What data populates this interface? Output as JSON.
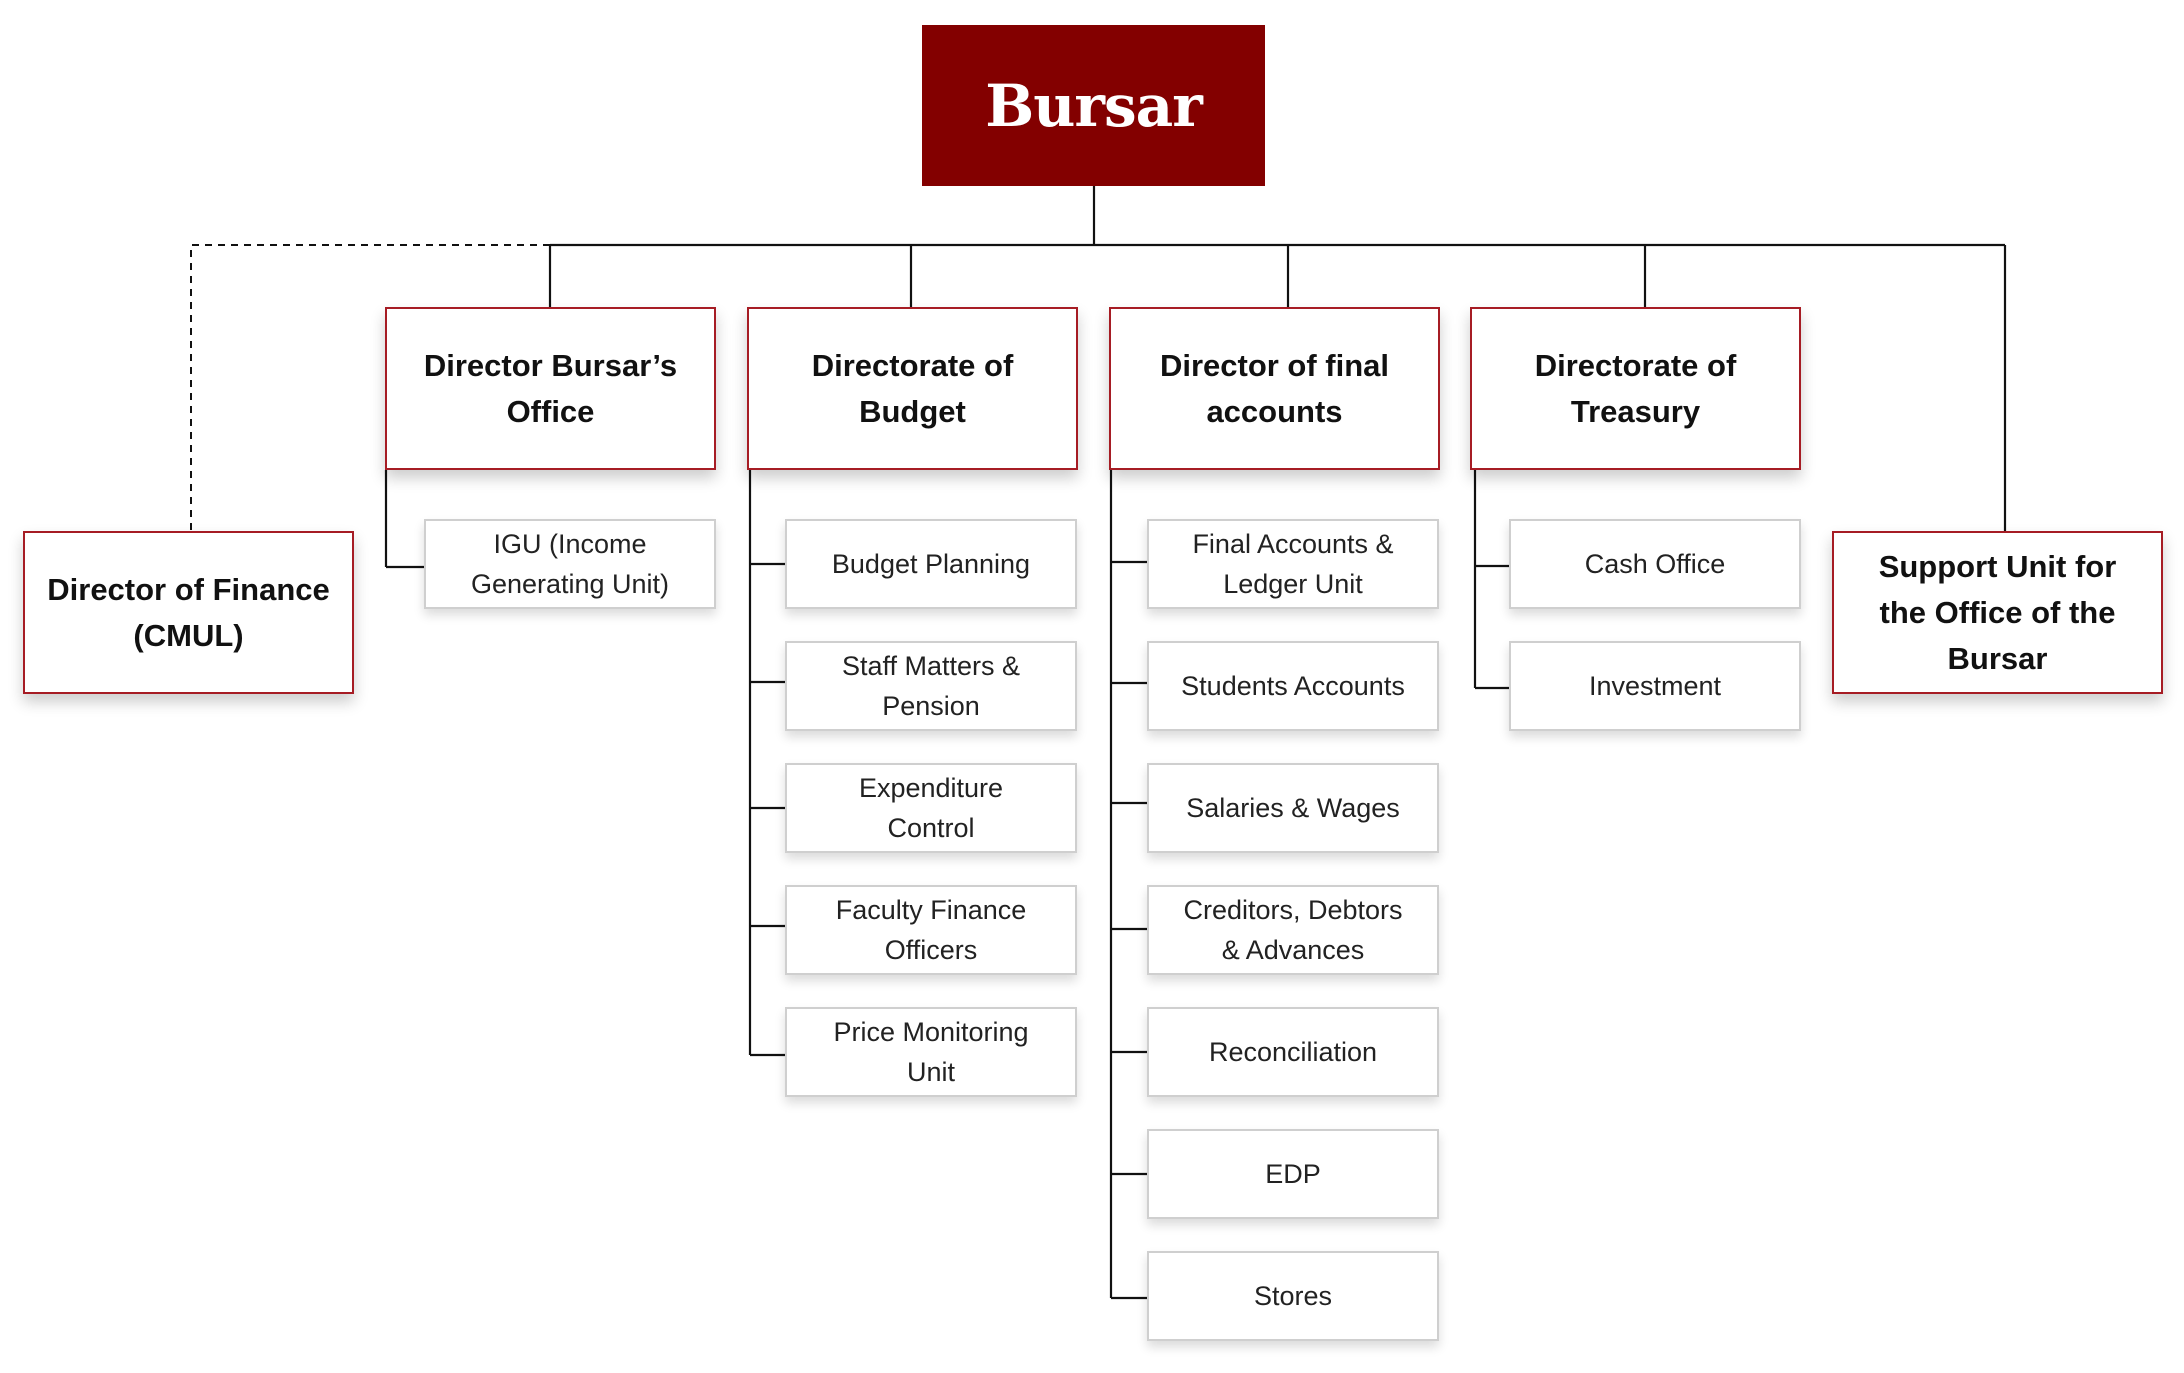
{
  "colors": {
    "root_fill": "#830000",
    "head_border": "#a61c24",
    "sub_border": "#cfcfcf",
    "connector": "#111111"
  },
  "root": {
    "label": "Bursar"
  },
  "director_finance": {
    "label": "Director of Finance\n(CMUL)"
  },
  "support_unit": {
    "label": "Support Unit for\nthe Office of the\nBursar"
  },
  "bursars_office": {
    "label": "Director Bursar’s\nOffice",
    "units": [
      "IGU (Income\nGenerating Unit)"
    ]
  },
  "budget": {
    "label": "Directorate of\nBudget",
    "units": [
      "Budget Planning",
      "Staff Matters &\nPension",
      "Expenditure\nControl",
      "Faculty Finance\nOfficers",
      "Price Monitoring\nUnit"
    ]
  },
  "final_accounts": {
    "label": "Director of final\naccounts",
    "units": [
      "Final Accounts &\nLedger Unit",
      "Students Accounts",
      "Salaries & Wages",
      "Creditors, Debtors\n& Advances",
      "Reconciliation",
      "EDP",
      "Stores"
    ]
  },
  "treasury": {
    "label": "Directorate of\nTreasury",
    "units": [
      "Cash Office",
      "Investment"
    ]
  }
}
